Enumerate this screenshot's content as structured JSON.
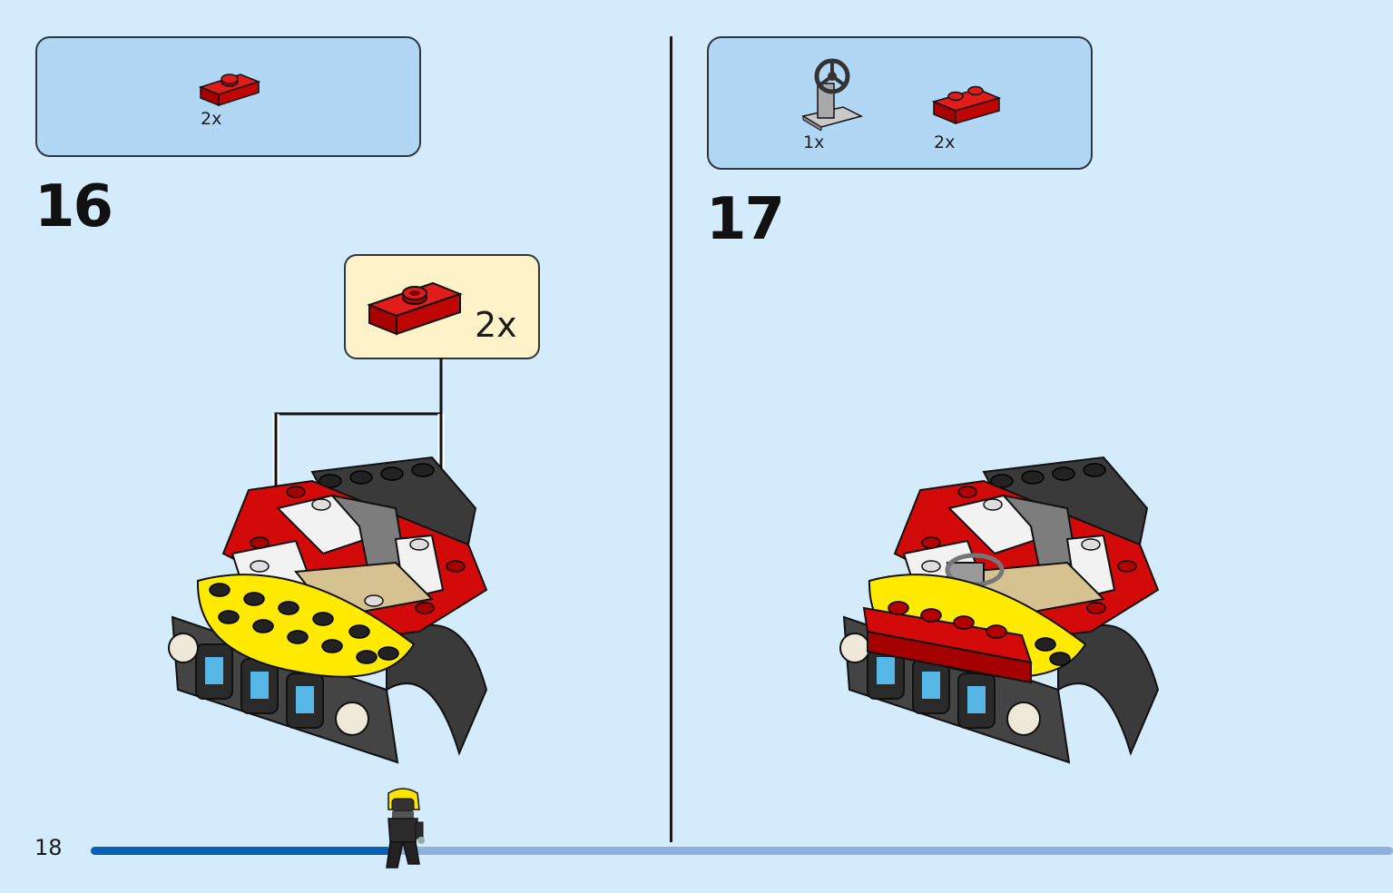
{
  "page": {
    "number": "18",
    "progress_percent": 23
  },
  "steps": [
    {
      "number": "16",
      "parts": [
        {
          "name": "red-jumper-plate-1x2",
          "qty": "2x"
        }
      ],
      "callout": {
        "name": "red-jumper-plate-1x2",
        "qty": "2x"
      }
    },
    {
      "number": "17",
      "parts": [
        {
          "name": "steering-wheel-on-grey-base",
          "qty": "1x"
        },
        {
          "name": "red-plate-1x2",
          "qty": "2x"
        }
      ]
    }
  ],
  "colors": {
    "background": "#d3ebfb",
    "parts_box": "#b2d7f5",
    "callout_box": "#fdf2c8",
    "lego_red": "#d30a0a",
    "lego_yellow": "#ffea00",
    "lego_black": "#2a2a2a",
    "progress_fill": "#0a5fb4",
    "progress_track": "#8fb0dc"
  }
}
